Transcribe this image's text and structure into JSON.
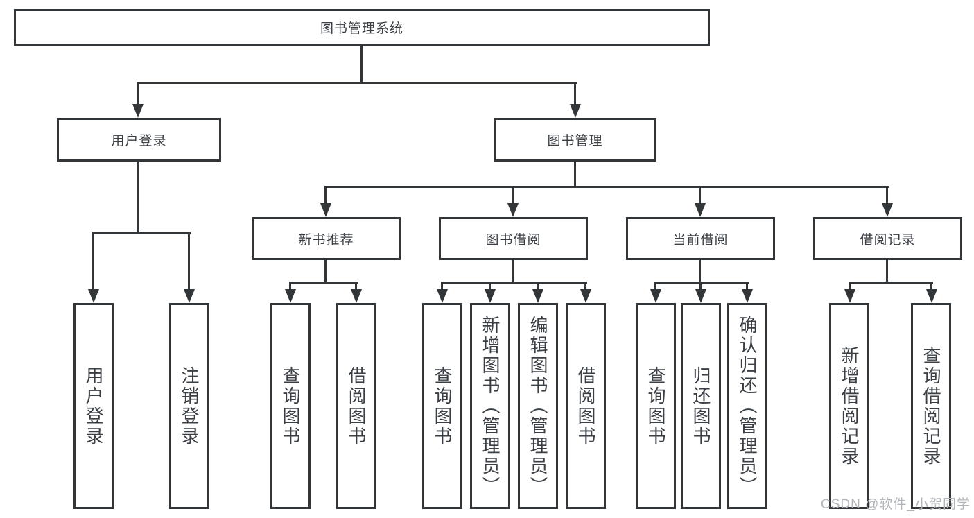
{
  "diagram": {
    "root": {
      "label": "图书管理系统"
    },
    "branches": [
      {
        "label": "用户登录",
        "children": [
          {
            "label": "用户登录"
          },
          {
            "label": "注销登录"
          }
        ]
      },
      {
        "label": "图书管理",
        "children": [
          {
            "label": "新书推荐",
            "children": [
              {
                "label": "查询图书"
              },
              {
                "label": "借阅图书"
              }
            ]
          },
          {
            "label": "图书借阅",
            "children": [
              {
                "label": "查询图书"
              },
              {
                "label": "新增图书（管理员）"
              },
              {
                "label": "编辑图书（管理员）"
              },
              {
                "label": "借阅图书"
              }
            ]
          },
          {
            "label": "当前借阅",
            "children": [
              {
                "label": "查询图书"
              },
              {
                "label": "归还图书"
              },
              {
                "label": "确认归还（管理员）"
              }
            ]
          },
          {
            "label": "借阅记录",
            "children": [
              {
                "label": "新增借阅记录"
              },
              {
                "label": "查询借阅记录"
              }
            ]
          }
        ]
      }
    ]
  },
  "watermark": {
    "text": "CSDN @软件_小贺同学"
  },
  "colors": {
    "line": "#333639",
    "text": "#3a3f45",
    "watermark": "#b1b4b9",
    "background": "#ffffff"
  }
}
